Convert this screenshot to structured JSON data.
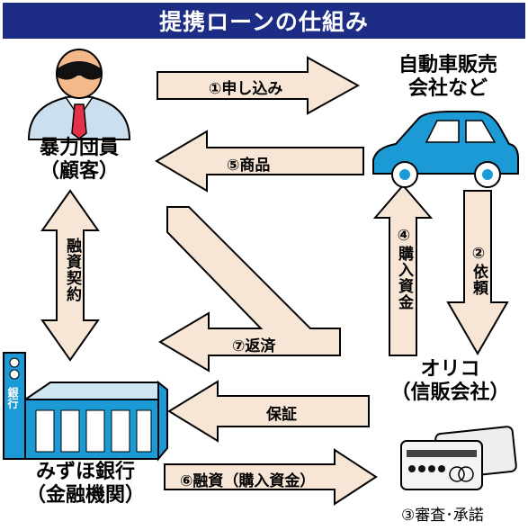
{
  "title": "提携ローンの仕組み",
  "parties": {
    "gang": {
      "line1": "暴力団員",
      "line2": "（顧客）"
    },
    "dealer": {
      "line1": "自動車販売",
      "line2": "会社など"
    },
    "bank": {
      "line1": "みずほ銀行",
      "line2": "（金融機関）",
      "sign_text": "銀行"
    },
    "orico": {
      "line1": "オリコ",
      "line2": "（信販会社）"
    }
  },
  "arrows": {
    "apply": "①申し込み",
    "request": "②依頼",
    "review": "③審査･承諾",
    "purchase_funds": "④購入資金",
    "goods": "⑤商品",
    "financing": "⑥融資（購入資金）",
    "repayment": "⑦返済",
    "guarantee": "保証",
    "loan_contract": "融資契約"
  },
  "colors": {
    "title_bg": "#1d2d86",
    "arrow_fill": "#f7e6d6",
    "car": "#1c9ad6",
    "building": "#1c9ad6"
  }
}
